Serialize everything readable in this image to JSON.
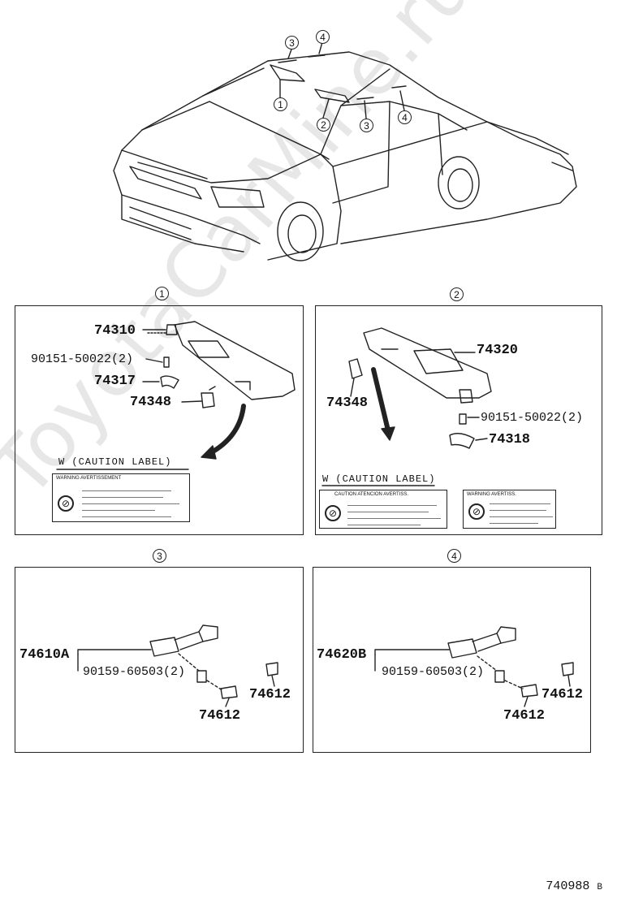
{
  "watermark": "ToyotaCarMine.ru",
  "diagram_code": "740988",
  "diagram_code_suffix": "B",
  "overview": {
    "callouts": [
      "3",
      "4",
      "1",
      "2",
      "3",
      "4"
    ]
  },
  "panels": [
    {
      "id": "1",
      "parts": [
        "74310",
        "90151-50022(2)",
        "74317",
        "74348"
      ],
      "caption": "W (CAUTION LABEL)",
      "label_heading": "WARNING   AVERTISSEMENT"
    },
    {
      "id": "2",
      "parts": [
        "74320",
        "74348",
        "90151-50022(2)",
        "74318"
      ],
      "caption": "W (CAUTION LABEL)",
      "label_heading_a": "CAUTION   ATENCION   AVERTISS.",
      "label_heading_b": "WARNING   AVERTISS."
    },
    {
      "id": "3",
      "parts": [
        "74610A",
        "90159-60503(2)",
        "74612",
        "74612"
      ]
    },
    {
      "id": "4",
      "parts": [
        "74620B",
        "90159-60503(2)",
        "74612",
        "74612"
      ]
    }
  ]
}
